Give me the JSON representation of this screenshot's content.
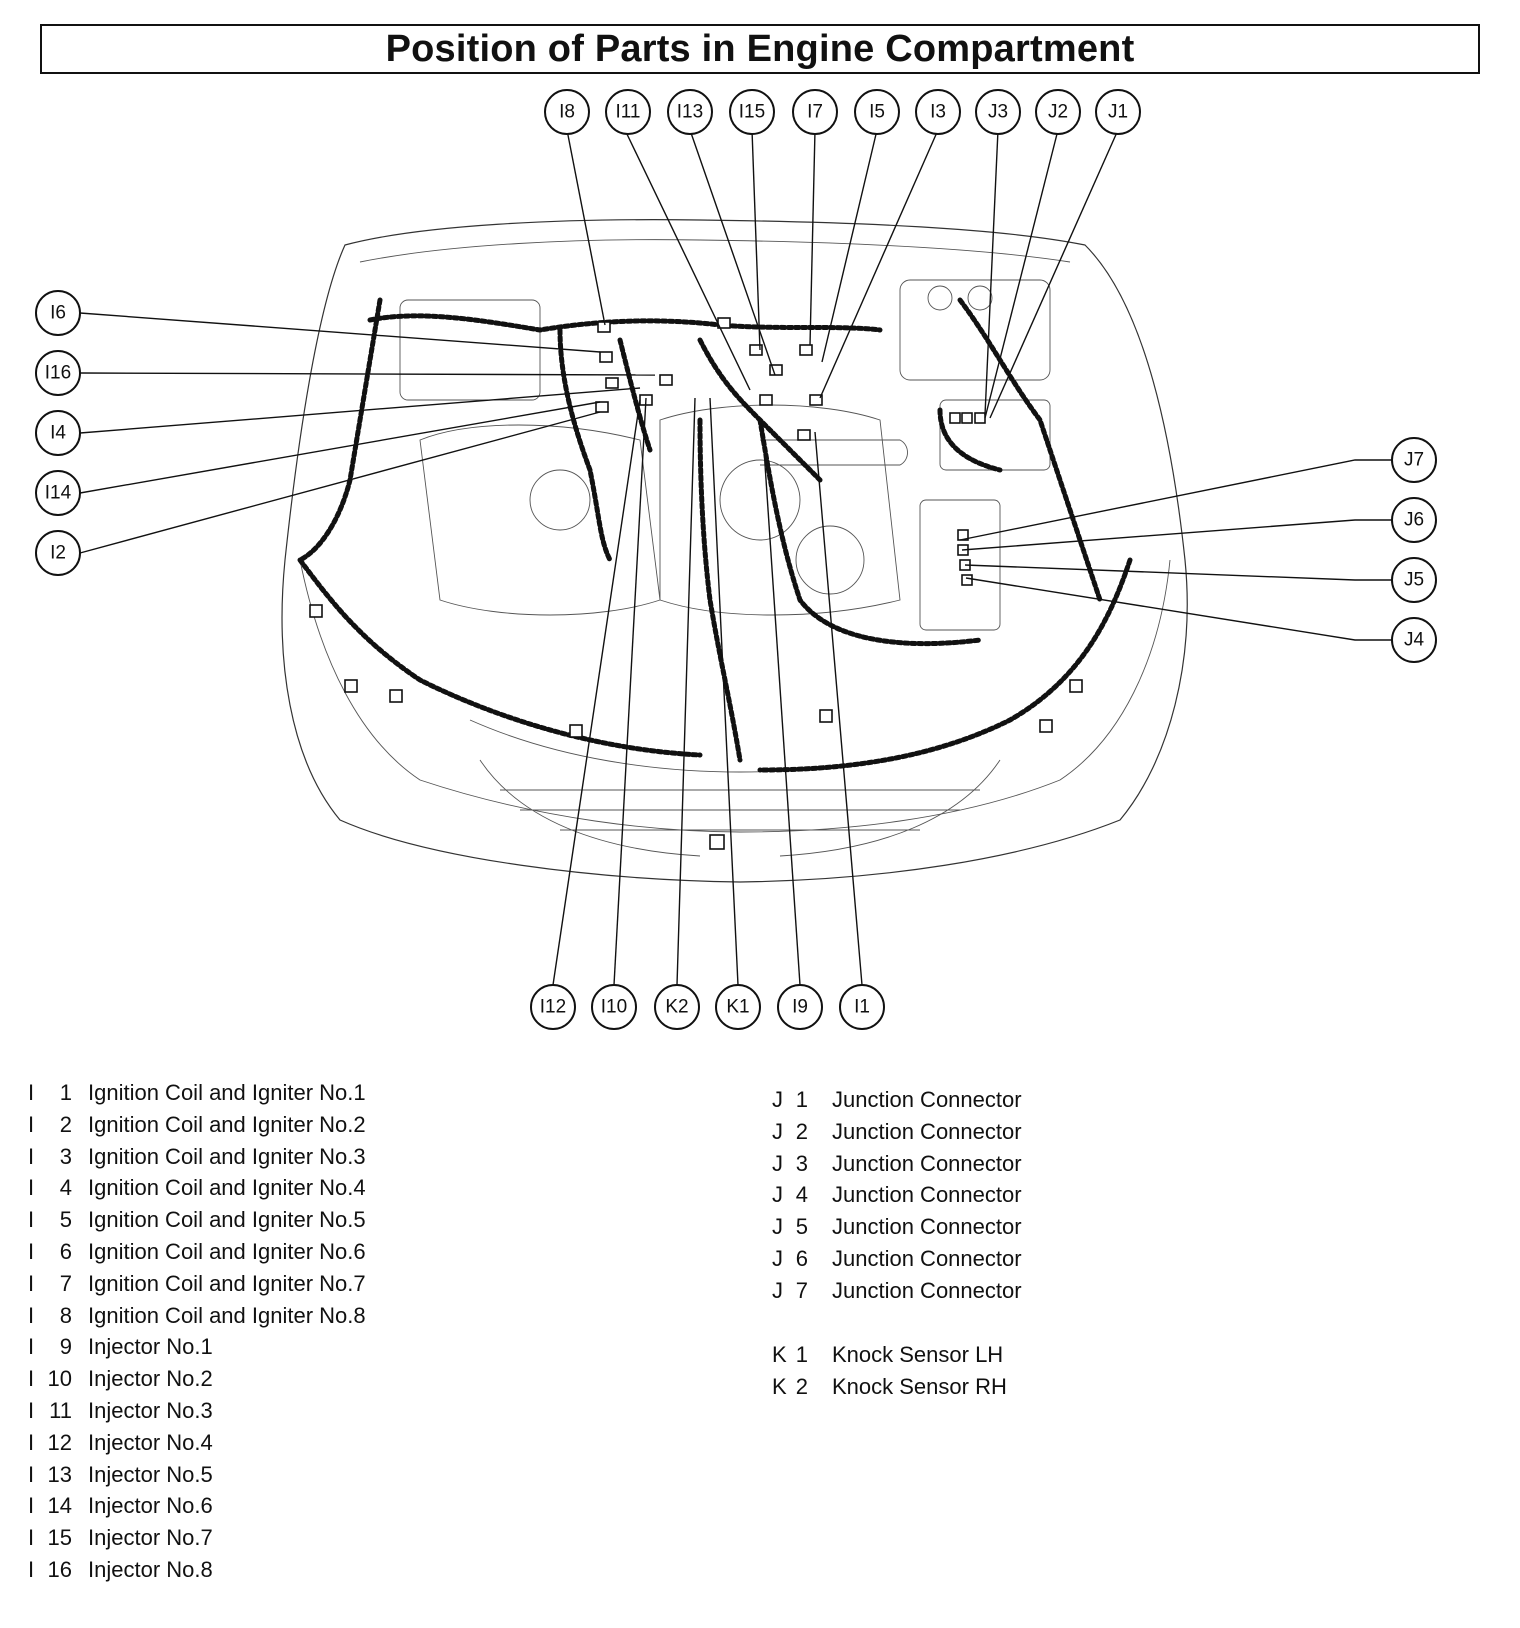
{
  "title": "Position of Parts in Engine Compartment",
  "callouts": {
    "I8": "I8",
    "I11": "I11",
    "I13": "I13",
    "I15": "I15",
    "I7": "I7",
    "I5": "I5",
    "I3": "I3",
    "J3": "J3",
    "J2": "J2",
    "J1": "J1",
    "I6": "I6",
    "I16": "I16",
    "I4": "I4",
    "I14": "I14",
    "I2": "I2",
    "J7": "J7",
    "J6": "J6",
    "J5": "J5",
    "J4": "J4",
    "I12": "I12",
    "I10": "I10",
    "K2": "K2",
    "K1": "K1",
    "I9": "I9",
    "I1": "I1"
  },
  "legend_i": [
    {
      "prefix": "I",
      "num": "1",
      "label": "Ignition Coil and Igniter No.1"
    },
    {
      "prefix": "I",
      "num": "2",
      "label": "Ignition Coil and Igniter No.2"
    },
    {
      "prefix": "I",
      "num": "3",
      "label": "Ignition Coil and Igniter No.3"
    },
    {
      "prefix": "I",
      "num": "4",
      "label": "Ignition Coil and Igniter No.4"
    },
    {
      "prefix": "I",
      "num": "5",
      "label": "Ignition Coil and Igniter No.5"
    },
    {
      "prefix": "I",
      "num": "6",
      "label": "Ignition Coil and Igniter No.6"
    },
    {
      "prefix": "I",
      "num": "7",
      "label": "Ignition Coil and Igniter No.7"
    },
    {
      "prefix": "I",
      "num": "8",
      "label": "Ignition Coil and Igniter No.8"
    },
    {
      "prefix": "I",
      "num": "9",
      "label": "Injector No.1"
    },
    {
      "prefix": "I",
      "num": "10",
      "label": "Injector No.2"
    },
    {
      "prefix": "I",
      "num": "11",
      "label": "Injector No.3"
    },
    {
      "prefix": "I",
      "num": "12",
      "label": "Injector No.4"
    },
    {
      "prefix": "I",
      "num": "13",
      "label": "Injector No.5"
    },
    {
      "prefix": "I",
      "num": "14",
      "label": "Injector No.6"
    },
    {
      "prefix": "I",
      "num": "15",
      "label": "Injector No.7"
    },
    {
      "prefix": "I",
      "num": "16",
      "label": "Injector No.8"
    }
  ],
  "legend_j": [
    {
      "prefix": "J",
      "num": "1",
      "label": "Junction Connector"
    },
    {
      "prefix": "J",
      "num": "2",
      "label": "Junction Connector"
    },
    {
      "prefix": "J",
      "num": "3",
      "label": "Junction Connector"
    },
    {
      "prefix": "J",
      "num": "4",
      "label": "Junction Connector"
    },
    {
      "prefix": "J",
      "num": "5",
      "label": "Junction Connector"
    },
    {
      "prefix": "J",
      "num": "6",
      "label": "Junction Connector"
    },
    {
      "prefix": "J",
      "num": "7",
      "label": "Junction Connector"
    }
  ],
  "legend_k": [
    {
      "prefix": "K",
      "num": "1",
      "label": "Knock Sensor LH"
    },
    {
      "prefix": "K",
      "num": "2",
      "label": "Knock Sensor RH"
    }
  ]
}
